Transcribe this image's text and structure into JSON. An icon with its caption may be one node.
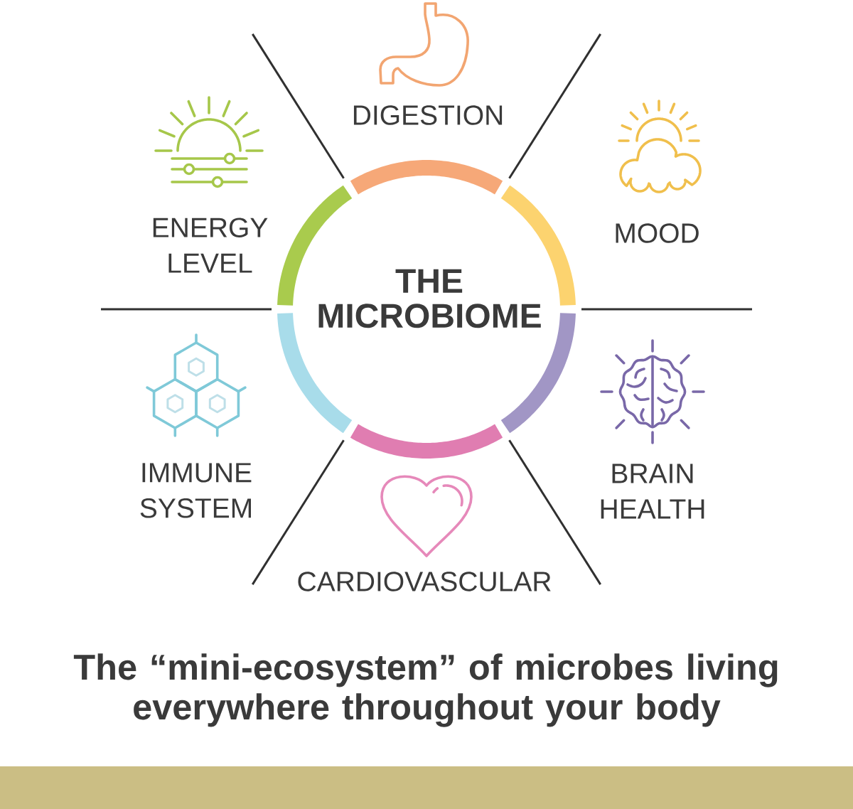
{
  "diagram": {
    "nodes": [
      {
        "text": [
          "THE MICROBIOME"
        ]
      }
    ],
    "labels": [
      "DIGESTION",
      "ENERGY LEVEL",
      "MOOD",
      "IMMUNE SYSTEM",
      "BRAIN HEALTH",
      "CARDIOVASCULAR"
    ],
    "caption": "The “mini-ecosystem” of microbes living everywhere throughout your body"
  }
}
